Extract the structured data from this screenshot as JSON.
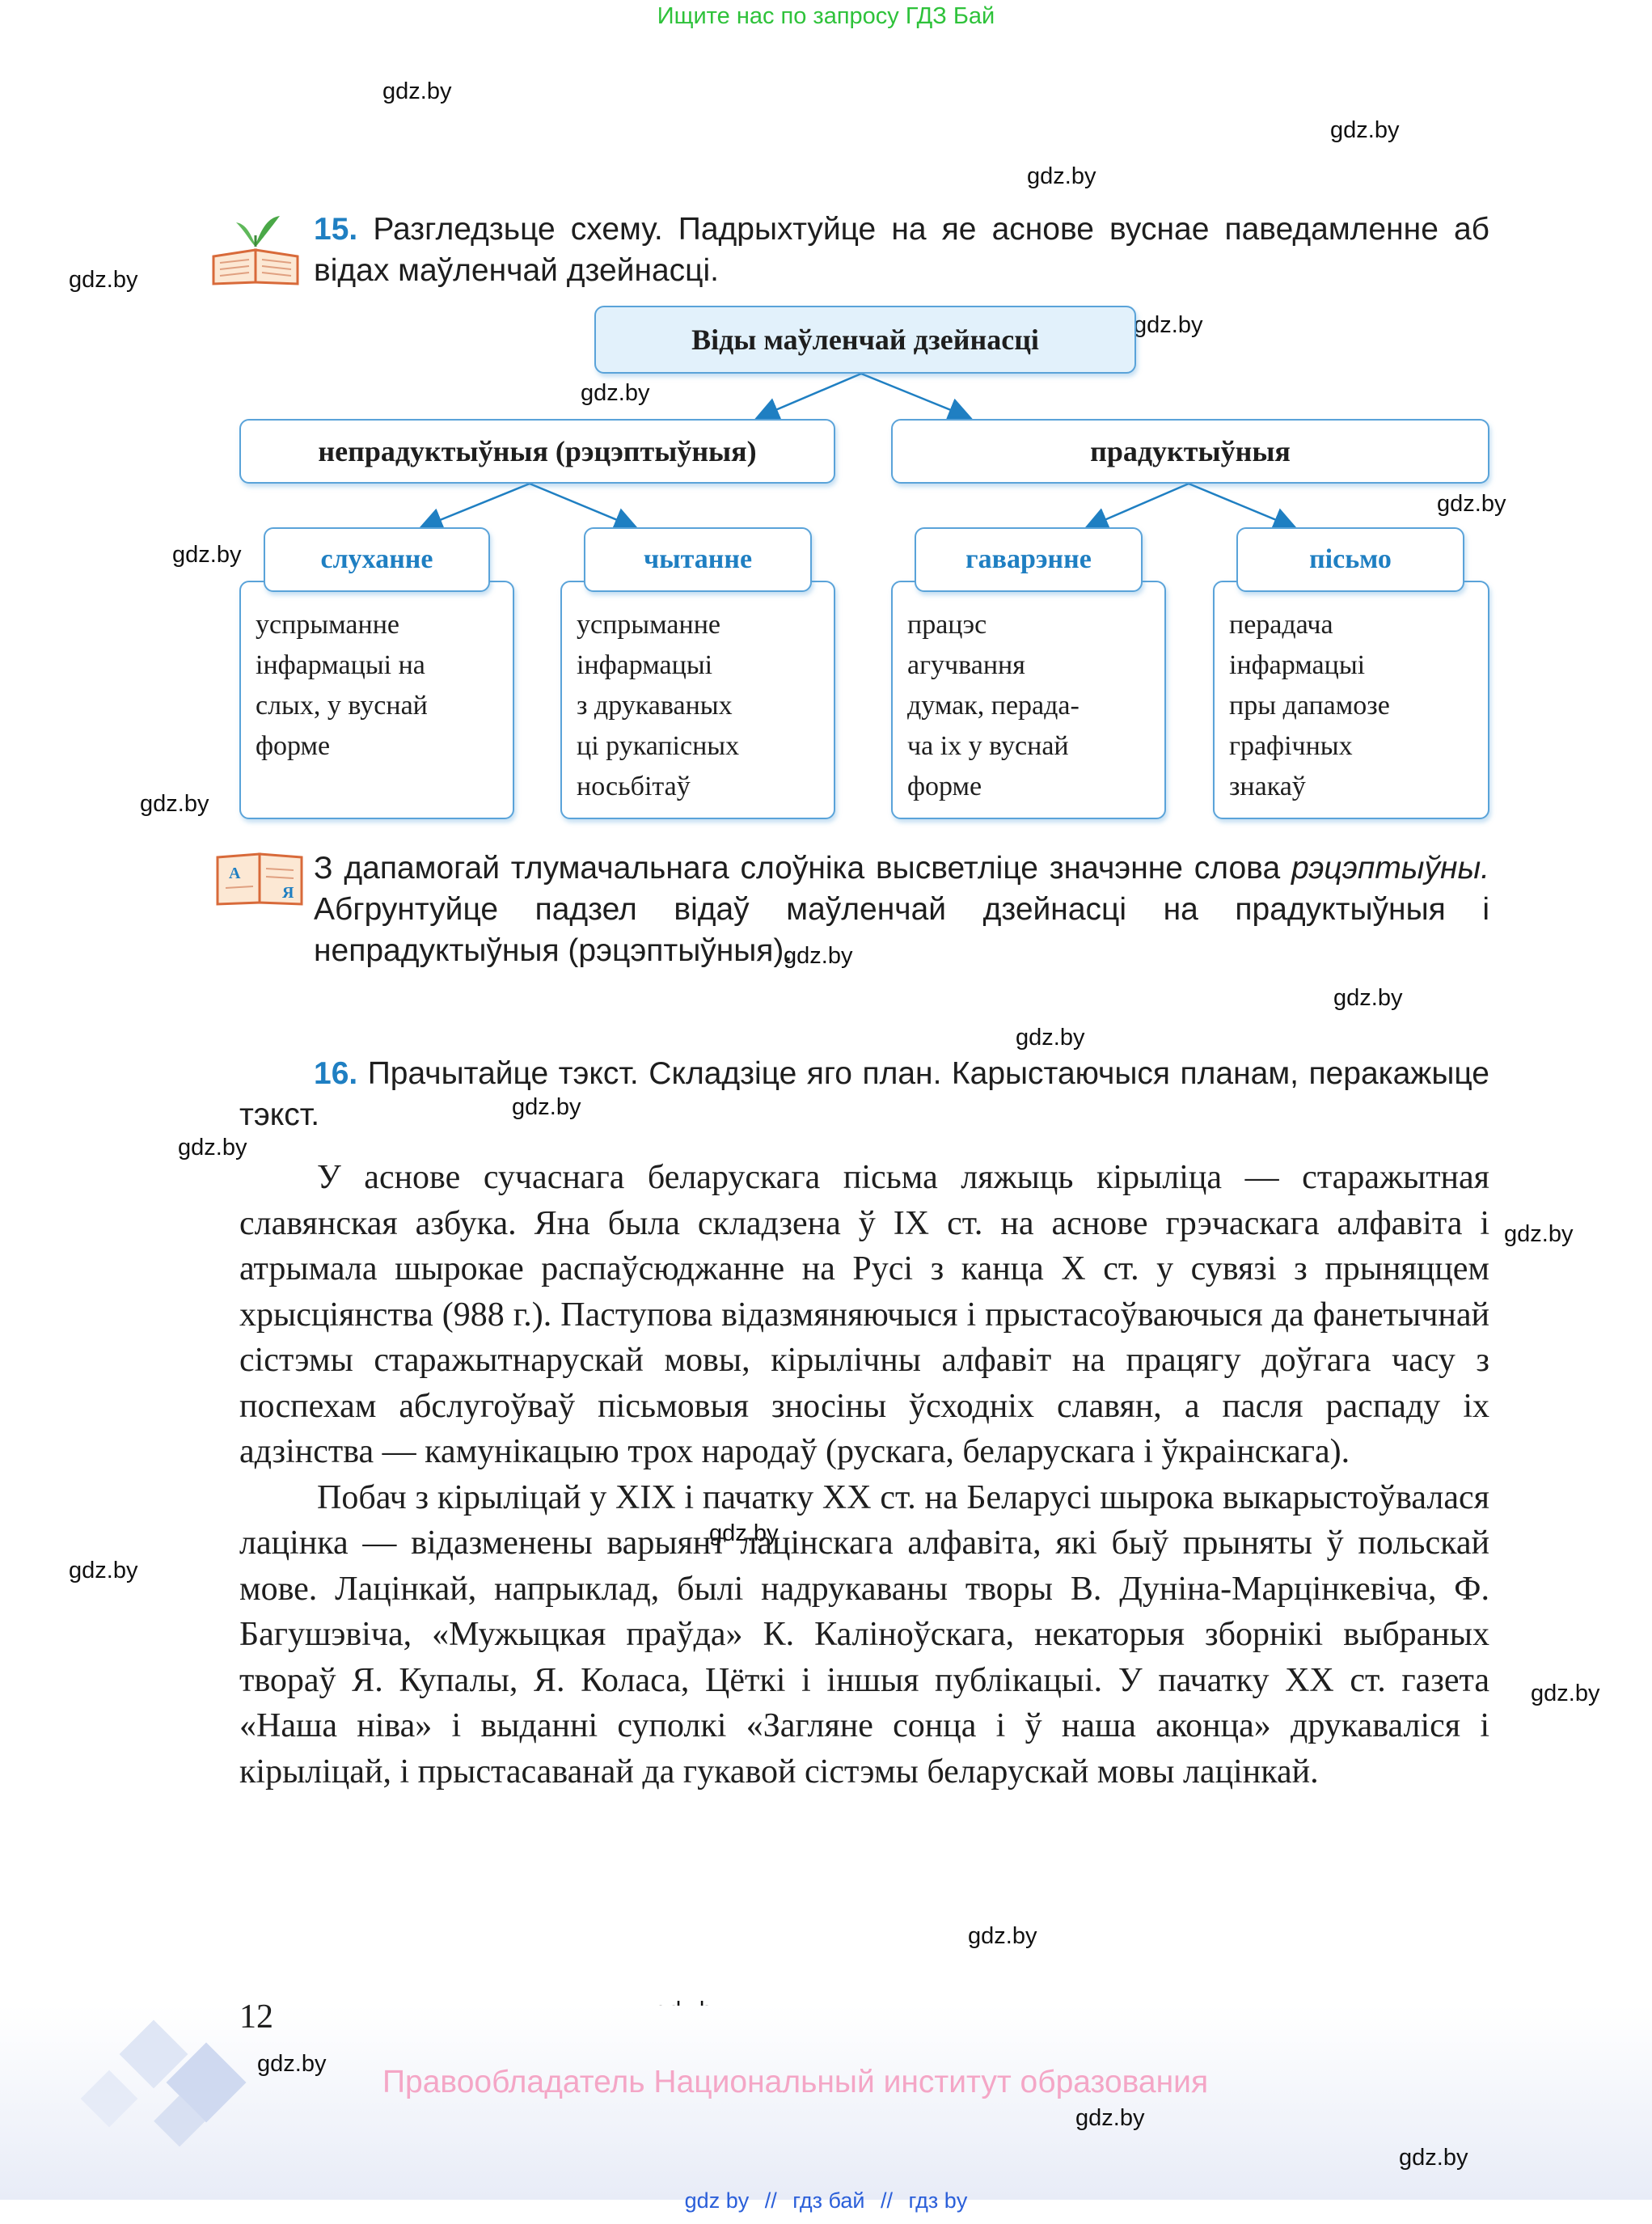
{
  "top_note": "Ищите нас по запросу ГДЗ Бай",
  "watermark": "gdz.by",
  "task15": {
    "number": "15.",
    "text": "Разгледзьце схему. Падрыхтуйце на яе аснове вуснае паведамленне аб відах маўленчай дзейнасці."
  },
  "diagram": {
    "title": "Віды маўленчай дзейнасці",
    "left_group": "непрадуктыўныя (рэцэптыўныя)",
    "right_group": "прадуктыўныя",
    "items": [
      {
        "label": "слуханне",
        "desc": "успрыманне\nінфармацыі на\nслых, у вуснай\nформе"
      },
      {
        "label": "чытанне",
        "desc": "успрыманне\nінфармацыі\nз друкаваных\nці рукапісных\nносьбітаў"
      },
      {
        "label": "гаварэнне",
        "desc": "працэс\nагучвання\nдумак, перада-\nча іх у вуснай\nформе"
      },
      {
        "label": "пісьмо",
        "desc": "перадача\nінфармацыі\nпры дапамозе\nграфічных\nзнакаў"
      }
    ]
  },
  "dictionary_task": {
    "part1": "З дапамогай тлумачальнага слоўніка высветліце значэнне слова ",
    "word": "рэцэптыўны.",
    "part2": " Абгрунтуйце падзел відаў маўленчай дзейнасці на прадуктыўныя і непрадуктыўныя (рэцэптыўныя)."
  },
  "task16": {
    "number": "16.",
    "text": "Прачытайце тэкст. Складзіце яго план. Карыстаючыся планам, перакажыце тэкст."
  },
  "paragraphs": [
    "У аснове сучаснага беларускага пісьма ляжыць кірыліца — старажытная славянская азбука. Яна была складзена ў IX ст. на аснове грэчаскага алфавіта і атрымала шырокае распаўсюджанне на Русі з канца X ст. у сувязі з прыняццем хрысціянства (988 г.). Паступова відазмяняючыся і прыстасоўваючыся да фанетычнай сістэмы старажытнарускай мовы, кірылічны алфавіт на працягу доўгага часу з поспехам абслугоўваў пісьмовыя зносіны ўсходніх славян, а пасля распаду іх адзінства — камунікацыю трох народаў (рускага, беларускага і ўкраінскага).",
    "Побач з кірыліцай у XIX і пачатку XX ст. на Беларусі шырока выкарыстоўвалася лацінка — відазменены варыянт лацінскага алфавіта, які быў прыняты ў польскай мове. Лацінкай, напрыклад, былі надрукаваны творы В. Дуніна-Марцінкевіча, Ф. Багушэвіча, «Мужыцкая праўда» К. Каліноўскага, некаторыя зборнікі выбраных твораў Я. Купалы, Я. Коласа, Цёткі і іншыя публікацыі. У пачатку XX ст. газета «Наша ніва» і выданні суполкі «Загляне сонца і ў наша аконца» друкаваліся і кірыліцай, і прыстасаванай да гукавой сістэмы беларускай мовы лацінкай."
  ],
  "page_number": "12",
  "copyright": "Правообладатель Национальный институт образования",
  "bottom_links": [
    "gdz by",
    "//",
    "гдз бай",
    "//",
    "гдз by"
  ],
  "colors": {
    "accent": "#1f7fc2",
    "box_border": "#5aa3d9",
    "top_note": "#2ec23a",
    "copyright": "#f4a6c6"
  }
}
